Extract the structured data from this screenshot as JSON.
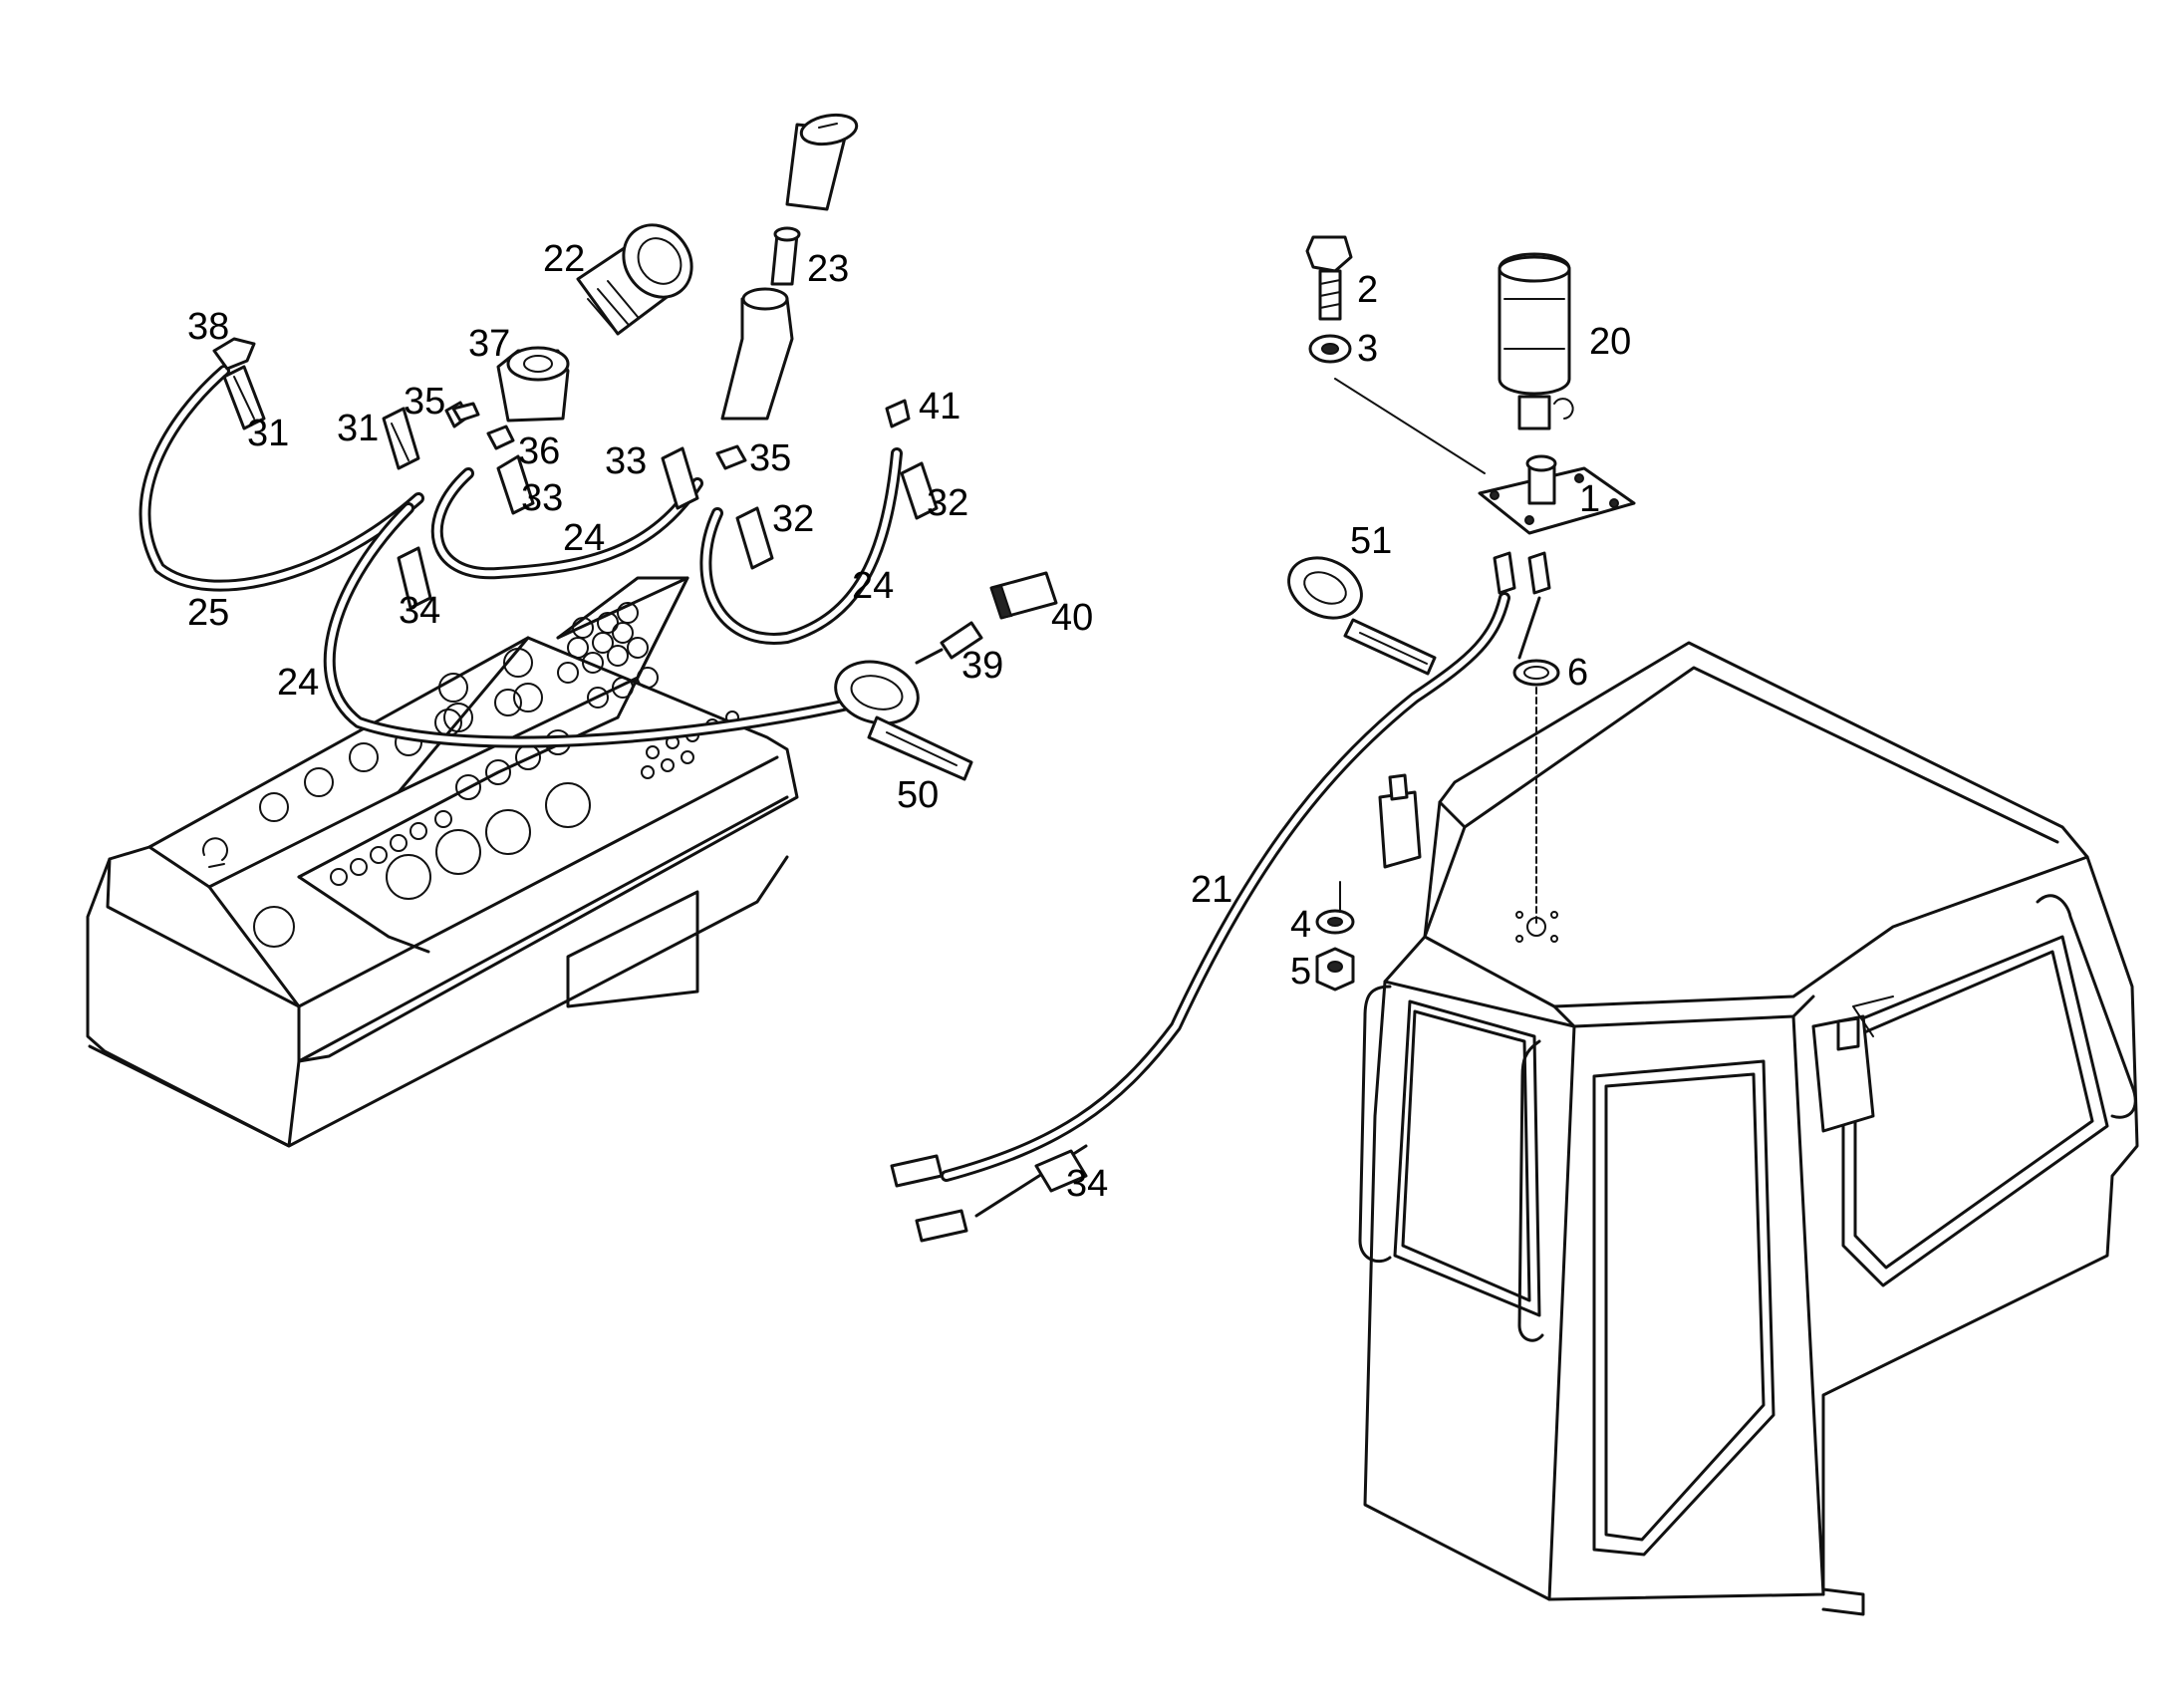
{
  "labels": {
    "p1": "1",
    "p2": "2",
    "p3": "3",
    "p4": "4",
    "p5": "5",
    "p6": "6",
    "p20": "20",
    "p21": "21",
    "p22": "22",
    "p23": "23",
    "p24a": "24",
    "p24b": "24",
    "p24c": "24",
    "p25": "25",
    "p31a": "31",
    "p31b": "31",
    "p32a": "32",
    "p32b": "32",
    "p33a": "33",
    "p33b": "33",
    "p34a": "34",
    "p34b": "34",
    "p35a": "35",
    "p35b": "35",
    "p36": "36",
    "p37": "37",
    "p38": "38",
    "p39": "39",
    "p40": "40",
    "p41": "41",
    "p50": "50",
    "p51": "51"
  }
}
